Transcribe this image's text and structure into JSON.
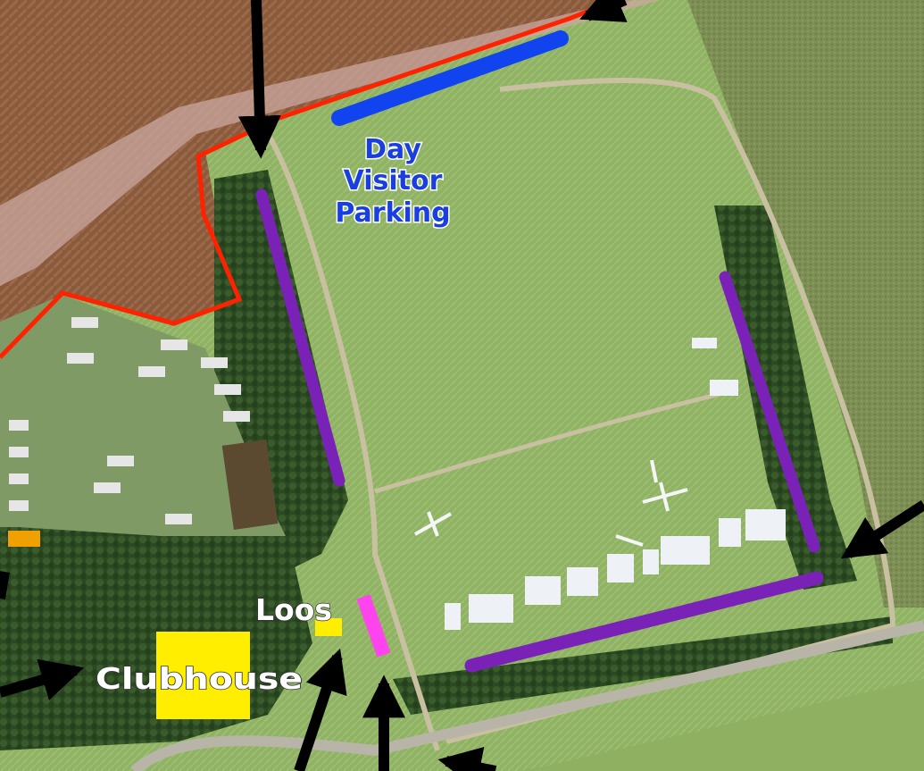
{
  "labels": {
    "parking_line1": "Day",
    "parking_line2": "Visitor",
    "parking_line3": "Parking",
    "loos": "Loos",
    "clubhouse": "Clubhouse"
  },
  "colors": {
    "boundary": "#ff2200",
    "parking_bar": "#1144ee",
    "parking_text": "#1a3fe0",
    "hangar_bar": "#7a22b8",
    "loos_bar": "#ff44ee",
    "facility_yellow": "#ffee00",
    "facility_orange": "#f0a000",
    "arrow": "#000000"
  }
}
